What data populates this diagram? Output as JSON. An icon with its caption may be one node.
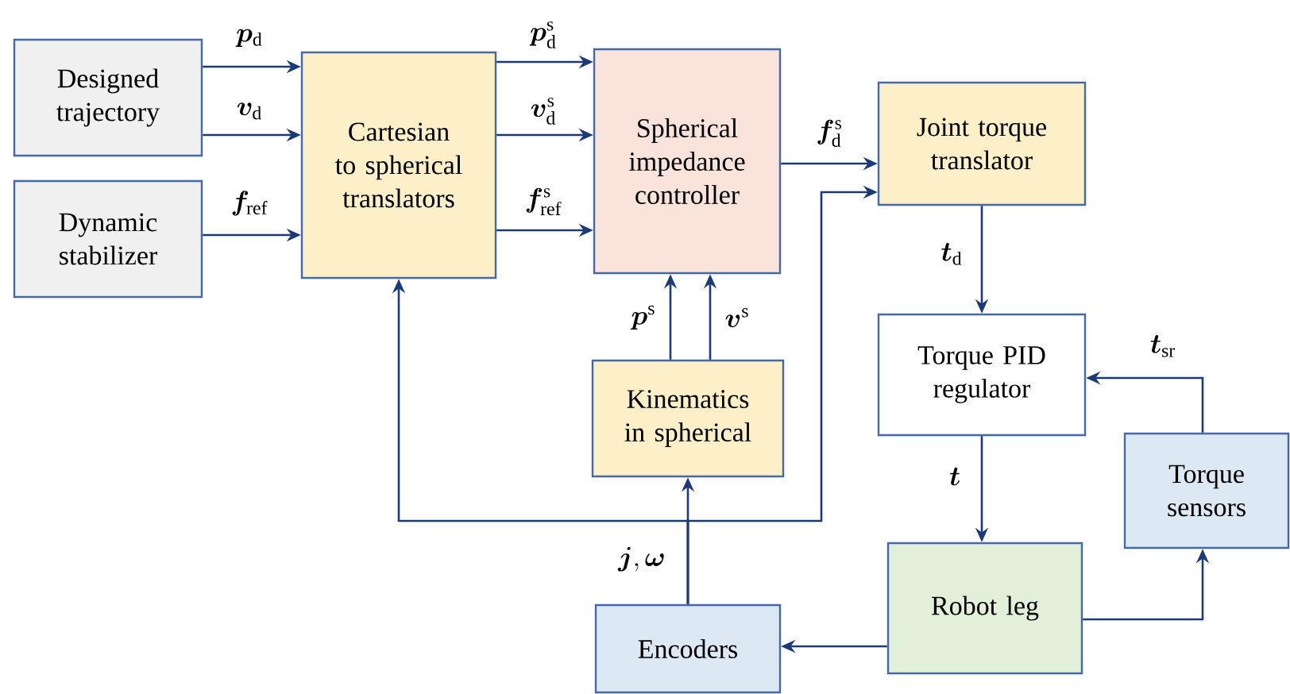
{
  "diagram": {
    "nodes": [
      {
        "text": [
          "Designed trajectory"
        ]
      },
      {
        "text": [
          "Dynamic stabilizer"
        ]
      },
      {
        "text": [
          "Cartesian to spherical translators"
        ]
      },
      {
        "text": [
          "Spherical impedance controller"
        ]
      },
      {
        "text": [
          "Joint torque translator"
        ]
      },
      {
        "text": [
          "Kinematics in spherical"
        ]
      },
      {
        "text": [
          "Torque PID regulator"
        ]
      },
      {
        "text": [
          "Torque sensors"
        ]
      },
      {
        "text": [
          "Robot leg"
        ]
      },
      {
        "text": [
          "Encoders"
        ]
      }
    ],
    "edges": [
      {
        "from": 0,
        "to": 2,
        "arrow": "to",
        "label": "\\bm{p}_{\\mathrm{d}}"
      },
      {
        "from": 0,
        "to": 2,
        "arrow": "to",
        "label": "\\bm{v}_{\\mathrm{d}}"
      },
      {
        "from": 1,
        "to": 2,
        "arrow": "to",
        "label": "\\bm{f}_{\\mathrm{ref}}"
      },
      {
        "from": 2,
        "to": 3,
        "arrow": "to",
        "label": "\\bm{p}_{\\mathrm{d}}^{\\mathrm{s}}"
      },
      {
        "from": 2,
        "to": 3,
        "arrow": "to",
        "label": "\\bm{v}_{\\mathrm{d}}^{\\mathrm{s}}"
      },
      {
        "from": 2,
        "to": 3,
        "arrow": "to",
        "label": "\\bm{f}_{\\mathrm{ref}}^{\\mathrm{s}}"
      },
      {
        "from": 3,
        "to": 4,
        "arrow": "to",
        "label": "\\bm{f}_{\\mathrm{d}}^{\\mathrm{s}}"
      },
      {
        "from": 9,
        "to": 2,
        "arrow": "to"
      },
      {
        "from": 9,
        "to": 5,
        "arrow": "to",
        "label": "\\bm{j}, \\bm{\\omega}"
      },
      {
        "from": 9,
        "to": 4,
        "arrow": "to"
      },
      {
        "from": 5,
        "to": 3,
        "arrow": "to",
        "label": "\\bm{p}^{\\mathrm{s}}"
      },
      {
        "from": 5,
        "to": 3,
        "arrow": "to",
        "label": "\\bm{v}^{\\mathrm{s}}"
      },
      {
        "from": 4,
        "to": 6,
        "arrow": "to",
        "label": "\\bm{t}_{\\mathrm{d}}"
      },
      {
        "from": 6,
        "to": 8,
        "arrow": "to",
        "label": "\\bm{t}"
      },
      {
        "from": 8,
        "to": 9,
        "arrow": "to"
      },
      {
        "from": 8,
        "to": 7,
        "arrow": "to"
      },
      {
        "from": 7,
        "to": 6,
        "arrow": "to",
        "label": "\\bm{t}_{\\mathrm{sr}}"
      }
    ]
  }
}
